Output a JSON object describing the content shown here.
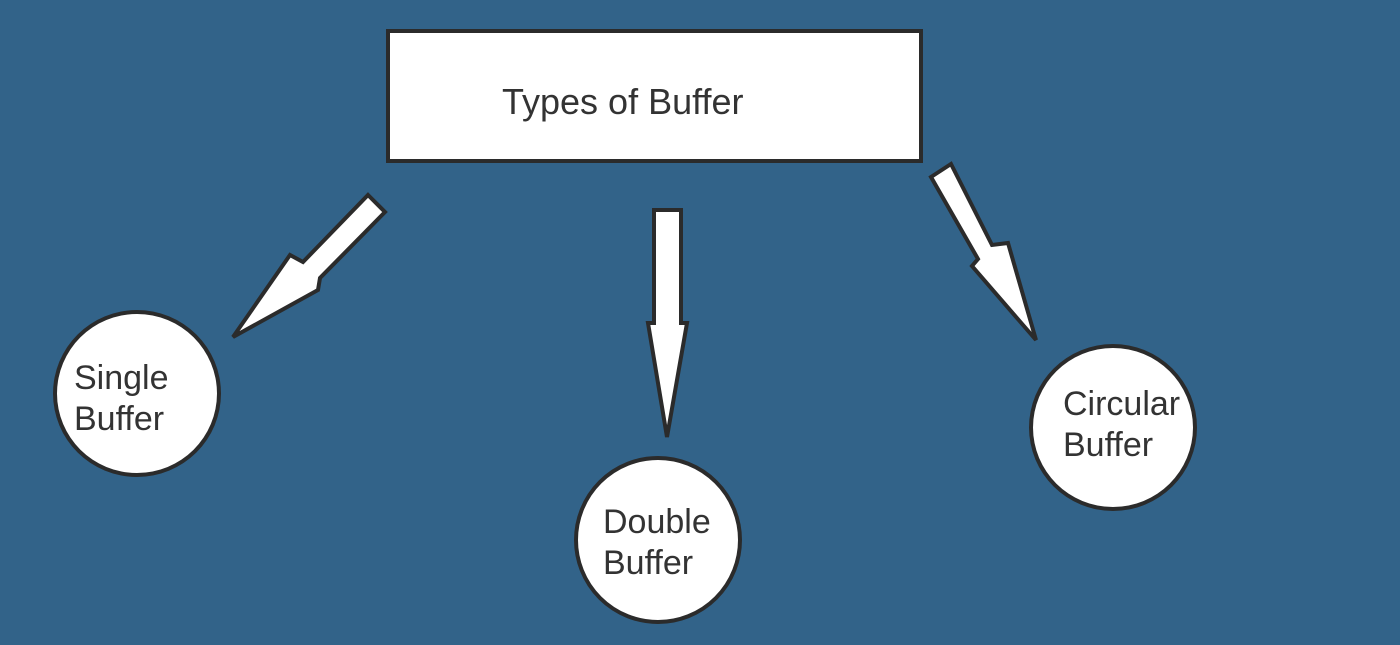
{
  "diagram": {
    "title": "Types of Buffer",
    "nodes": [
      {
        "line1": "Single",
        "line2": "Buffer"
      },
      {
        "line1": "Double",
        "line2": "Buffer"
      },
      {
        "line1": "Circular",
        "line2": "Buffer"
      }
    ]
  },
  "colors": {
    "background": "#326389",
    "shape_fill": "#ffffff",
    "outline": "#2b2b2b",
    "text": "#333333"
  }
}
